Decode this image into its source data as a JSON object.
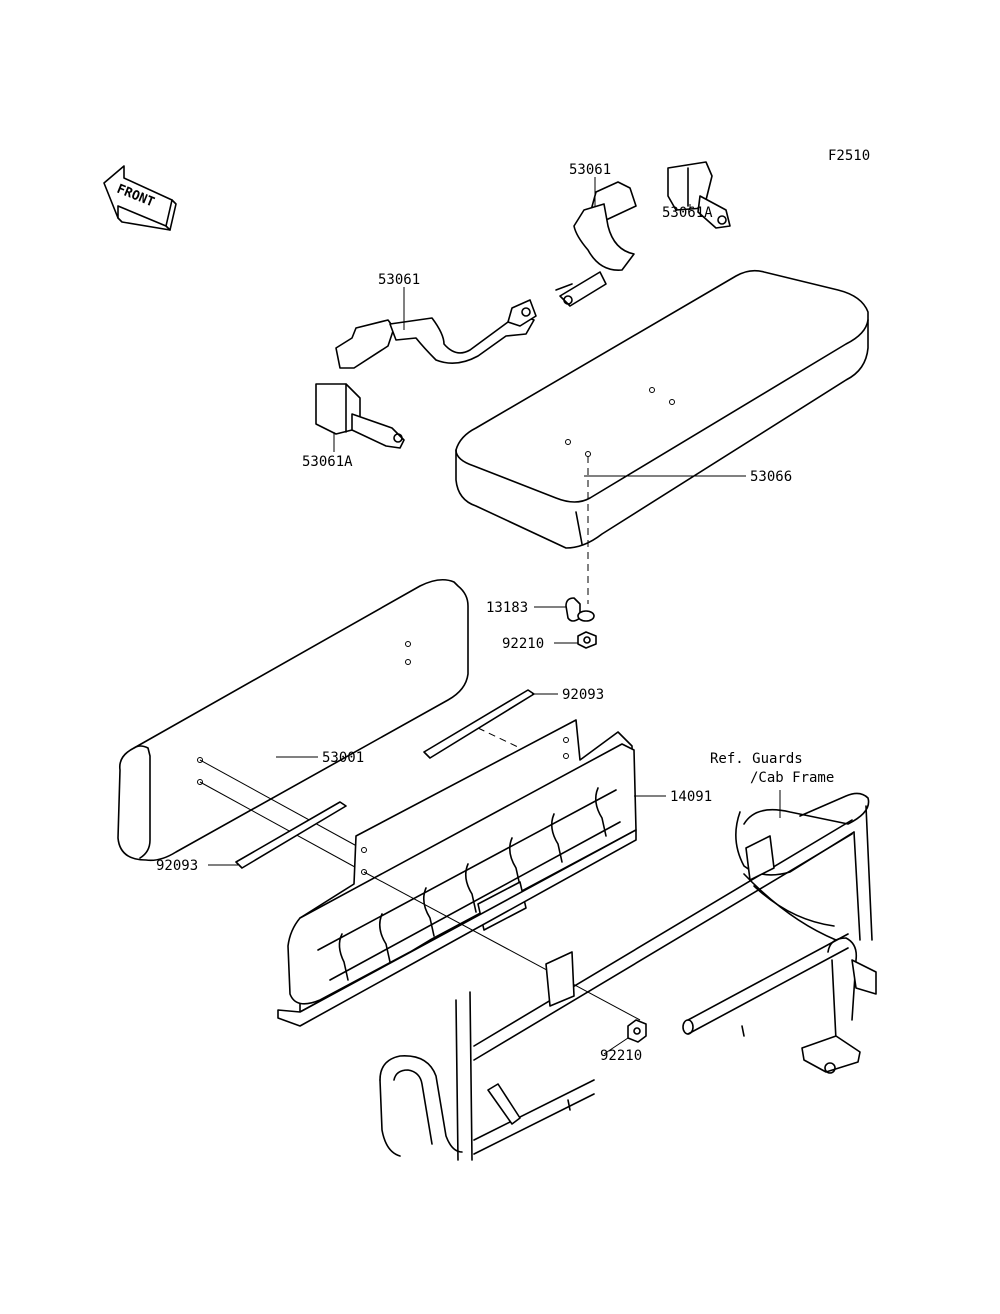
{
  "figure_code": "F2510",
  "front_arrow_label": "FRONT",
  "reference_note": [
    "Ref. Guards",
    "/Cab Frame"
  ],
  "parts": {
    "strap_upper": "53061",
    "strap_lower": "53061",
    "bracket_upper": "53061A",
    "bracket_lower": "53061A",
    "seat_cushion": "53066",
    "clamp": "13183",
    "nut_upper": "92210",
    "nut_lower": "92210",
    "seat_back": "53001",
    "spacer_upper": "92093",
    "spacer_lower": "92093",
    "seat_base": "14091"
  }
}
